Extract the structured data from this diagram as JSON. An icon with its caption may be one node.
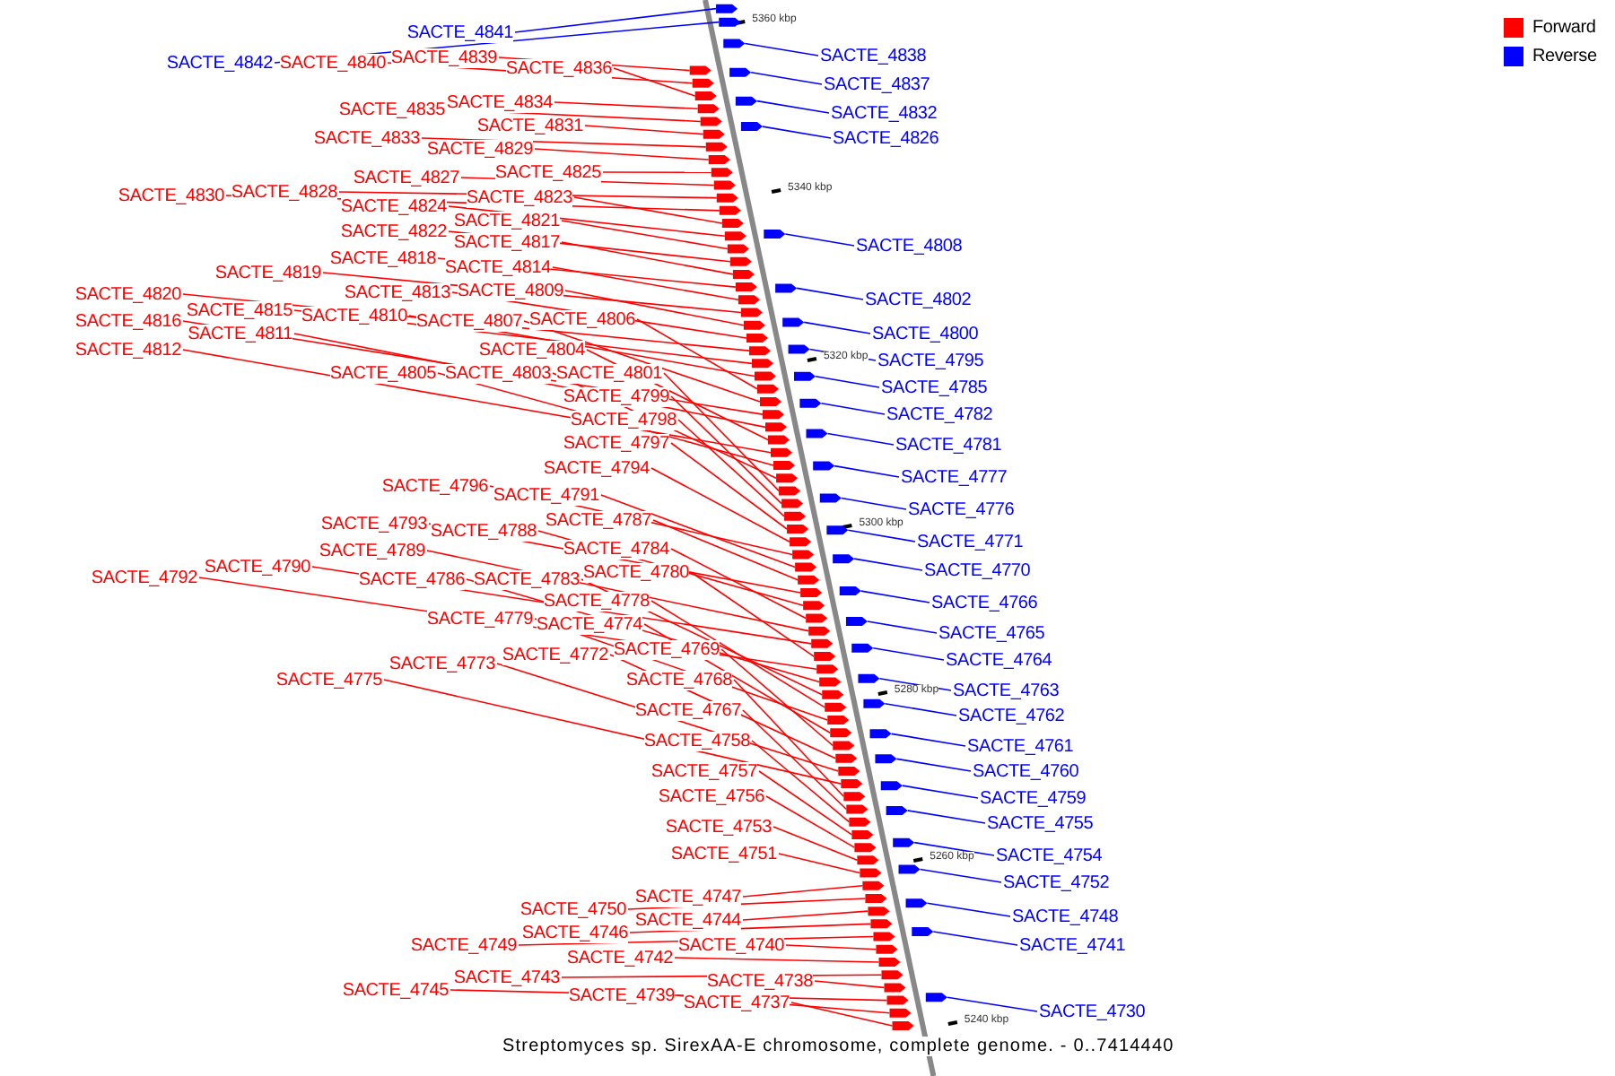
{
  "diagram": {
    "caption": "Streptomyces sp. SirexAA-E chromosome, complete genome. - 0..7414440",
    "nodes": [
      {
        "text": [
          "SACTE_4841"
        ]
      },
      {
        "text": [
          "SACTE_4838"
        ]
      },
      {
        "text": [
          "SACTE_4839"
        ]
      },
      {
        "text": [
          "SACTE_4842"
        ]
      },
      {
        "text": [
          "SACTE_4840"
        ]
      },
      {
        "text": [
          "SACTE_4836"
        ]
      },
      {
        "text": [
          "SACTE_4837"
        ]
      },
      {
        "text": [
          "SACTE_4834"
        ]
      },
      {
        "text": [
          "SACTE_4835"
        ]
      },
      {
        "text": [
          "SACTE_4832"
        ]
      },
      {
        "text": [
          "SACTE_4831"
        ]
      },
      {
        "text": [
          "SACTE_4833"
        ]
      },
      {
        "text": [
          "SACTE_4826"
        ]
      },
      {
        "text": [
          "SACTE_4829"
        ]
      },
      {
        "text": [
          "SACTE_4825"
        ]
      },
      {
        "text": [
          "SACTE_4827"
        ]
      },
      {
        "text": [
          "SACTE_4828"
        ]
      },
      {
        "text": [
          "SACTE_4830"
        ]
      },
      {
        "text": [
          "SACTE_4823"
        ]
      },
      {
        "text": [
          "SACTE_4824"
        ]
      },
      {
        "text": [
          "SACTE_4821"
        ]
      },
      {
        "text": [
          "SACTE_4822"
        ]
      },
      {
        "text": [
          "SACTE_4817"
        ]
      },
      {
        "text": [
          "SACTE_4808"
        ]
      },
      {
        "text": [
          "SACTE_4818"
        ]
      },
      {
        "text": [
          "SACTE_4814"
        ]
      },
      {
        "text": [
          "SACTE_4819"
        ]
      },
      {
        "text": [
          "SACTE_4809"
        ]
      },
      {
        "text": [
          "SACTE_4813"
        ]
      },
      {
        "text": [
          "SACTE_4820"
        ]
      },
      {
        "text": [
          "SACTE_4802"
        ]
      },
      {
        "text": [
          "SACTE_4815"
        ]
      },
      {
        "text": [
          "SACTE_4810"
        ]
      },
      {
        "text": [
          "SACTE_4806"
        ]
      },
      {
        "text": [
          "SACTE_4807"
        ]
      },
      {
        "text": [
          "SACTE_4816"
        ]
      },
      {
        "text": [
          "SACTE_4811"
        ]
      },
      {
        "text": [
          "SACTE_4800"
        ]
      },
      {
        "text": [
          "SACTE_4804"
        ]
      },
      {
        "text": [
          "SACTE_4812"
        ]
      },
      {
        "text": [
          "SACTE_4795"
        ]
      },
      {
        "text": [
          "SACTE_4805"
        ]
      },
      {
        "text": [
          "SACTE_4803"
        ]
      },
      {
        "text": [
          "SACTE_4801"
        ]
      },
      {
        "text": [
          "SACTE_4785"
        ]
      },
      {
        "text": [
          "SACTE_4799"
        ]
      },
      {
        "text": [
          "SACTE_4782"
        ]
      },
      {
        "text": [
          "SACTE_4798"
        ]
      },
      {
        "text": [
          "SACTE_4797"
        ]
      },
      {
        "text": [
          "SACTE_4781"
        ]
      },
      {
        "text": [
          "SACTE_4794"
        ]
      },
      {
        "text": [
          "SACTE_4777"
        ]
      },
      {
        "text": [
          "SACTE_4796"
        ]
      },
      {
        "text": [
          "SACTE_4791"
        ]
      },
      {
        "text": [
          "SACTE_4776"
        ]
      },
      {
        "text": [
          "SACTE_4787"
        ]
      },
      {
        "text": [
          "SACTE_4793"
        ]
      },
      {
        "text": [
          "SACTE_4788"
        ]
      },
      {
        "text": [
          "SACTE_4771"
        ]
      },
      {
        "text": [
          "SACTE_4784"
        ]
      },
      {
        "text": [
          "SACTE_4789"
        ]
      },
      {
        "text": [
          "SACTE_4790"
        ]
      },
      {
        "text": [
          "SACTE_4770"
        ]
      },
      {
        "text": [
          "SACTE_4780"
        ]
      },
      {
        "text": [
          "SACTE_4792"
        ]
      },
      {
        "text": [
          "SACTE_4786"
        ]
      },
      {
        "text": [
          "SACTE_4783"
        ]
      },
      {
        "text": [
          "SACTE_4778"
        ]
      },
      {
        "text": [
          "SACTE_4766"
        ]
      },
      {
        "text": [
          "SACTE_4779"
        ]
      },
      {
        "text": [
          "SACTE_4774"
        ]
      },
      {
        "text": [
          "SACTE_4765"
        ]
      },
      {
        "text": [
          "SACTE_4769"
        ]
      },
      {
        "text": [
          "SACTE_4772"
        ]
      },
      {
        "text": [
          "SACTE_4764"
        ]
      },
      {
        "text": [
          "SACTE_4773"
        ]
      },
      {
        "text": [
          "SACTE_4775"
        ]
      },
      {
        "text": [
          "SACTE_4768"
        ]
      },
      {
        "text": [
          "SACTE_4763"
        ]
      },
      {
        "text": [
          "SACTE_4767"
        ]
      },
      {
        "text": [
          "SACTE_4762"
        ]
      },
      {
        "text": [
          "SACTE_4758"
        ]
      },
      {
        "text": [
          "SACTE_4761"
        ]
      },
      {
        "text": [
          "SACTE_4757"
        ]
      },
      {
        "text": [
          "SACTE_4760"
        ]
      },
      {
        "text": [
          "SACTE_4756"
        ]
      },
      {
        "text": [
          "SACTE_4759"
        ]
      },
      {
        "text": [
          "SACTE_4755"
        ]
      },
      {
        "text": [
          "SACTE_4753"
        ]
      },
      {
        "text": [
          "SACTE_4751"
        ]
      },
      {
        "text": [
          "SACTE_4754"
        ]
      },
      {
        "text": [
          "SACTE_4752"
        ]
      },
      {
        "text": [
          "SACTE_4747"
        ]
      },
      {
        "text": [
          "SACTE_4750"
        ]
      },
      {
        "text": [
          "SACTE_4748"
        ]
      },
      {
        "text": [
          "SACTE_4744"
        ]
      },
      {
        "text": [
          "SACTE_4746"
        ]
      },
      {
        "text": [
          "SACTE_4749"
        ]
      },
      {
        "text": [
          "SACTE_4740"
        ]
      },
      {
        "text": [
          "SACTE_4741"
        ]
      },
      {
        "text": [
          "SACTE_4742"
        ]
      },
      {
        "text": [
          "SACTE_4743"
        ]
      },
      {
        "text": [
          "SACTE_4738"
        ]
      },
      {
        "text": [
          "SACTE_4745"
        ]
      },
      {
        "text": [
          "SACTE_4739"
        ]
      },
      {
        "text": [
          "SACTE_4737"
        ]
      },
      {
        "text": [
          "SACTE_4730"
        ]
      },
      {
        "text": [],
        "shape": "arrow"
      },
      {
        "text": [],
        "shape": "arrow"
      },
      {
        "text": [],
        "shape": "arrow"
      },
      {
        "text": [],
        "shape": "arrow"
      },
      {
        "text": [],
        "shape": "arrow"
      },
      {
        "text": [],
        "shape": "arrow"
      },
      {
        "text": [],
        "shape": "arrow"
      },
      {
        "text": [],
        "shape": "arrow"
      },
      {
        "text": [],
        "shape": "arrow"
      },
      {
        "text": [],
        "shape": "arrow"
      },
      {
        "text": [],
        "shape": "arrow"
      },
      {
        "text": [],
        "shape": "arrow"
      },
      {
        "text": [],
        "shape": "arrow"
      },
      {
        "text": [],
        "shape": "arrow"
      },
      {
        "text": [],
        "shape": "arrow"
      },
      {
        "text": [],
        "shape": "arrow"
      },
      {
        "text": [],
        "shape": "arrow"
      },
      {
        "text": [],
        "shape": "arrow"
      },
      {
        "text": [],
        "shape": "arrow"
      },
      {
        "text": [],
        "shape": "arrow"
      },
      {
        "text": [],
        "shape": "arrow"
      },
      {
        "text": [],
        "shape": "arrow"
      },
      {
        "text": [],
        "shape": "arrow"
      },
      {
        "text": [],
        "shape": "arrow"
      },
      {
        "text": [],
        "shape": "arrow"
      },
      {
        "text": [],
        "shape": "arrow"
      },
      {
        "text": [],
        "shape": "arrow"
      },
      {
        "text": [],
        "shape": "arrow"
      },
      {
        "text": [],
        "shape": "arrow"
      },
      {
        "text": [],
        "shape": "arrow"
      },
      {
        "text": [],
        "shape": "arrow"
      },
      {
        "text": [],
        "shape": "arrow"
      },
      {
        "text": [],
        "shape": "arrow"
      },
      {
        "text": [],
        "shape": "arrow"
      },
      {
        "text": [],
        "shape": "arrow"
      },
      {
        "text": [],
        "shape": "arrow"
      },
      {
        "text": [],
        "shape": "arrow"
      },
      {
        "text": [],
        "shape": "arrow"
      },
      {
        "text": [],
        "shape": "arrow"
      },
      {
        "text": [],
        "shape": "arrow"
      },
      {
        "text": [],
        "shape": "arrow"
      },
      {
        "text": [],
        "shape": "arrow"
      },
      {
        "text": [],
        "shape": "arrow"
      },
      {
        "text": [],
        "shape": "arrow"
      },
      {
        "text": [],
        "shape": "arrow"
      },
      {
        "text": [],
        "shape": "arrow"
      },
      {
        "text": [],
        "shape": "arrow"
      },
      {
        "text": [],
        "shape": "arrow"
      },
      {
        "text": [],
        "shape": "arrow"
      },
      {
        "text": [],
        "shape": "arrow"
      },
      {
        "text": [],
        "shape": "arrow"
      },
      {
        "text": [],
        "shape": "arrow"
      },
      {
        "text": [],
        "shape": "arrow"
      },
      {
        "text": [],
        "shape": "arrow"
      },
      {
        "text": [],
        "shape": "arrow"
      },
      {
        "text": [],
        "shape": "arrow"
      },
      {
        "text": [],
        "shape": "arrow"
      },
      {
        "text": [],
        "shape": "arrow"
      },
      {
        "text": [],
        "shape": "arrow"
      },
      {
        "text": [],
        "shape": "arrow"
      },
      {
        "text": [],
        "shape": "arrow"
      },
      {
        "text": [],
        "shape": "arrow"
      },
      {
        "text": [],
        "shape": "arrow"
      },
      {
        "text": [],
        "shape": "arrow"
      },
      {
        "text": [],
        "shape": "arrow"
      },
      {
        "text": [],
        "shape": "arrow"
      },
      {
        "text": [],
        "shape": "arrow"
      },
      {
        "text": [],
        "shape": "arrow"
      },
      {
        "text": [],
        "shape": "arrow"
      },
      {
        "text": [],
        "shape": "arrow"
      },
      {
        "text": [],
        "shape": "arrow"
      },
      {
        "text": [],
        "shape": "arrow"
      },
      {
        "text": [],
        "shape": "arrow"
      },
      {
        "text": [],
        "shape": "arrow"
      },
      {
        "text": [],
        "shape": "arrow"
      },
      {
        "text": [],
        "shape": "arrow"
      },
      {
        "text": [],
        "shape": "arrow"
      },
      {
        "text": [],
        "shape": "arrow"
      },
      {
        "text": [],
        "shape": "arrow"
      },
      {
        "text": [],
        "shape": "arrow"
      },
      {
        "text": [],
        "shape": "arrow"
      },
      {
        "text": [],
        "shape": "arrow"
      },
      {
        "text": [],
        "shape": "arrow"
      },
      {
        "text": [],
        "shape": "arrow"
      },
      {
        "text": [],
        "shape": "arrow"
      },
      {
        "text": [],
        "shape": "arrow"
      },
      {
        "text": [],
        "shape": "arrow"
      },
      {
        "text": [],
        "shape": "arrow"
      },
      {
        "text": [],
        "shape": "arrow"
      },
      {
        "text": [],
        "shape": "arrow"
      },
      {
        "text": [],
        "shape": "arrow"
      },
      {
        "text": [],
        "shape": "arrow"
      },
      {
        "text": [],
        "shape": "arrow"
      },
      {
        "text": [],
        "shape": "arrow"
      },
      {
        "text": [],
        "shape": "arrow"
      },
      {
        "text": [],
        "shape": "arrow"
      },
      {
        "text": [],
        "shape": "arrow"
      },
      {
        "text": [],
        "shape": "arrow"
      },
      {
        "text": [],
        "shape": "arrow"
      },
      {
        "text": [],
        "shape": "arrow"
      },
      {
        "text": [],
        "shape": "arrow"
      },
      {
        "text": [],
        "shape": "arrow"
      },
      {
        "text": [],
        "shape": "arrow"
      },
      {
        "text": [],
        "shape": "arrow"
      },
      {
        "text": [],
        "shape": "arrow"
      },
      {
        "text": [],
        "shape": "arrow"
      },
      {
        "text": [],
        "shape": "arrow"
      }
    ],
    "edges": [
      {
        "from": 0,
        "to": 107,
        "arrow": "none",
        "color": "#0000ff"
      },
      {
        "from": 1,
        "to": 108,
        "arrow": "none",
        "color": "#0000ff"
      },
      {
        "from": 2,
        "to": 109,
        "arrow": "none"
      },
      {
        "from": 3,
        "to": 110,
        "arrow": "none",
        "color": "#0000ff"
      },
      {
        "from": 4,
        "to": 111,
        "arrow": "none"
      },
      {
        "from": 5,
        "to": 112,
        "arrow": "none"
      },
      {
        "from": 6,
        "to": 113,
        "arrow": "none",
        "color": "#0000ff"
      },
      {
        "from": 7,
        "to": 114,
        "arrow": "none"
      },
      {
        "from": 8,
        "to": 115,
        "arrow": "none"
      },
      {
        "from": 9,
        "to": 116,
        "arrow": "none",
        "color": "#0000ff"
      },
      {
        "from": 10,
        "to": 117,
        "arrow": "none"
      },
      {
        "from": 11,
        "to": 118,
        "arrow": "none"
      },
      {
        "from": 12,
        "to": 119,
        "arrow": "none",
        "color": "#0000ff"
      },
      {
        "from": 13,
        "to": 120,
        "arrow": "none"
      },
      {
        "from": 14,
        "to": 121,
        "arrow": "none"
      },
      {
        "from": 15,
        "to": 122,
        "arrow": "none"
      },
      {
        "from": 16,
        "to": 123,
        "arrow": "none"
      },
      {
        "from": 17,
        "to": 124,
        "arrow": "none"
      },
      {
        "from": 18,
        "to": 125,
        "arrow": "none"
      },
      {
        "from": 19,
        "to": 126,
        "arrow": "none"
      },
      {
        "from": 20,
        "to": 127,
        "arrow": "none"
      },
      {
        "from": 21,
        "to": 128,
        "arrow": "none"
      },
      {
        "from": 22,
        "to": 129,
        "arrow": "none"
      },
      {
        "from": 23,
        "to": 130,
        "arrow": "none",
        "color": "#0000ff"
      },
      {
        "from": 24,
        "to": 131,
        "arrow": "none"
      },
      {
        "from": 25,
        "to": 132,
        "arrow": "none"
      },
      {
        "from": 26,
        "to": 133,
        "arrow": "none"
      },
      {
        "from": 27,
        "to": 134,
        "arrow": "none"
      },
      {
        "from": 28,
        "to": 135,
        "arrow": "none"
      },
      {
        "from": 29,
        "to": 136,
        "arrow": "none"
      },
      {
        "from": 30,
        "to": 137,
        "arrow": "none",
        "color": "#0000ff"
      },
      {
        "from": 31,
        "to": 138,
        "arrow": "none"
      },
      {
        "from": 32,
        "to": 139,
        "arrow": "none"
      },
      {
        "from": 33,
        "to": 140,
        "arrow": "none"
      },
      {
        "from": 34,
        "to": 141,
        "arrow": "none"
      },
      {
        "from": 35,
        "to": 142,
        "arrow": "none"
      },
      {
        "from": 36,
        "to": 143,
        "arrow": "none"
      },
      {
        "from": 37,
        "to": 144,
        "arrow": "none",
        "color": "#0000ff"
      },
      {
        "from": 38,
        "to": 145,
        "arrow": "none"
      },
      {
        "from": 39,
        "to": 146,
        "arrow": "none"
      },
      {
        "from": 40,
        "to": 147,
        "arrow": "none",
        "color": "#0000ff"
      },
      {
        "from": 41,
        "to": 148,
        "arrow": "none"
      },
      {
        "from": 42,
        "to": 149,
        "arrow": "none"
      },
      {
        "from": 43,
        "to": 150,
        "arrow": "none"
      },
      {
        "from": 44,
        "to": 151,
        "arrow": "none",
        "color": "#0000ff"
      },
      {
        "from": 45,
        "to": 152,
        "arrow": "none"
      },
      {
        "from": 46,
        "to": 153,
        "arrow": "none",
        "color": "#0000ff"
      },
      {
        "from": 47,
        "to": 154,
        "arrow": "none"
      },
      {
        "from": 48,
        "to": 155,
        "arrow": "none"
      },
      {
        "from": 49,
        "to": 156,
        "arrow": "none",
        "color": "#0000ff"
      },
      {
        "from": 50,
        "to": 157,
        "arrow": "none"
      },
      {
        "from": 51,
        "to": 158,
        "arrow": "none",
        "color": "#0000ff"
      },
      {
        "from": 52,
        "to": 159,
        "arrow": "none"
      },
      {
        "from": 53,
        "to": 160,
        "arrow": "none"
      },
      {
        "from": 54,
        "to": 161,
        "arrow": "none",
        "color": "#0000ff"
      },
      {
        "from": 55,
        "to": 162,
        "arrow": "none"
      },
      {
        "from": 56,
        "to": 163,
        "arrow": "none"
      },
      {
        "from": 57,
        "to": 164,
        "arrow": "none"
      },
      {
        "from": 58,
        "to": 165,
        "arrow": "none",
        "color": "#0000ff"
      },
      {
        "from": 59,
        "to": 166,
        "arrow": "none"
      },
      {
        "from": 60,
        "to": 167,
        "arrow": "none"
      },
      {
        "from": 61,
        "to": 168,
        "arrow": "none"
      },
      {
        "from": 62,
        "to": 169,
        "arrow": "none",
        "color": "#0000ff"
      },
      {
        "from": 63,
        "to": 170,
        "arrow": "none"
      },
      {
        "from": 64,
        "to": 171,
        "arrow": "none"
      },
      {
        "from": 65,
        "to": 172,
        "arrow": "none"
      },
      {
        "from": 66,
        "to": 173,
        "arrow": "none"
      },
      {
        "from": 67,
        "to": 174,
        "arrow": "none"
      },
      {
        "from": 68,
        "to": 175,
        "arrow": "none",
        "color": "#0000ff"
      },
      {
        "from": 69,
        "to": 176,
        "arrow": "none"
      },
      {
        "from": 70,
        "to": 177,
        "arrow": "none"
      },
      {
        "from": 71,
        "to": 178,
        "arrow": "none",
        "color": "#0000ff"
      },
      {
        "from": 72,
        "to": 179,
        "arrow": "none"
      },
      {
        "from": 73,
        "to": 180,
        "arrow": "none"
      },
      {
        "from": 74,
        "to": 181,
        "arrow": "none",
        "color": "#0000ff"
      },
      {
        "from": 75,
        "to": 182,
        "arrow": "none"
      },
      {
        "from": 76,
        "to": 183,
        "arrow": "none"
      },
      {
        "from": 77,
        "to": 184,
        "arrow": "none"
      },
      {
        "from": 78,
        "to": 185,
        "arrow": "none",
        "color": "#0000ff"
      },
      {
        "from": 79,
        "to": 186,
        "arrow": "none"
      },
      {
        "from": 80,
        "to": 187,
        "arrow": "none",
        "color": "#0000ff"
      },
      {
        "from": 81,
        "to": 188,
        "arrow": "none"
      },
      {
        "from": 82,
        "to": 189,
        "arrow": "none",
        "color": "#0000ff"
      },
      {
        "from": 83,
        "to": 190,
        "arrow": "none"
      },
      {
        "from": 84,
        "to": 191,
        "arrow": "none",
        "color": "#0000ff"
      },
      {
        "from": 85,
        "to": 192,
        "arrow": "none"
      },
      {
        "from": 86,
        "to": 193,
        "arrow": "none",
        "color": "#0000ff"
      },
      {
        "from": 87,
        "to": 194,
        "arrow": "none",
        "color": "#0000ff"
      },
      {
        "from": 88,
        "to": 195,
        "arrow": "none"
      },
      {
        "from": 89,
        "to": 196,
        "arrow": "none"
      },
      {
        "from": 90,
        "to": 197,
        "arrow": "none",
        "color": "#0000ff"
      },
      {
        "from": 91,
        "to": 198,
        "arrow": "none",
        "color": "#0000ff"
      },
      {
        "from": 92,
        "to": 199,
        "arrow": "none"
      },
      {
        "from": 93,
        "to": 200,
        "arrow": "none"
      },
      {
        "from": 94,
        "to": 201,
        "arrow": "none",
        "color": "#0000ff"
      },
      {
        "from": 95,
        "to": 202,
        "arrow": "none"
      },
      {
        "from": 96,
        "to": 203,
        "arrow": "none"
      },
      {
        "from": 97,
        "to": 204,
        "arrow": "none"
      },
      {
        "from": 98,
        "to": 205,
        "arrow": "none"
      },
      {
        "from": 99,
        "to": 206,
        "arrow": "none",
        "color": "#0000ff"
      },
      {
        "from": 100,
        "to": 207,
        "arrow": "none"
      },
      {
        "from": 101,
        "to": 208,
        "arrow": "none"
      },
      {
        "from": 102,
        "to": 209,
        "arrow": "none"
      },
      {
        "from": 103,
        "to": 210,
        "arrow": "none"
      },
      {
        "from": 104,
        "to": 211,
        "arrow": "none"
      },
      {
        "from": 105,
        "to": 212,
        "arrow": "none"
      },
      {
        "from": 106,
        "to": 213,
        "arrow": "none",
        "color": "#0000ff"
      }
    ],
    "labels": [
      "5360 kbp",
      "5340 kbp",
      "5320 kbp",
      "5300 kbp",
      "5280 kbp",
      "5260 kbp",
      "5240 kbp"
    ],
    "legend": [
      {
        "text": "Forward",
        "color": "#ff0000"
      },
      {
        "text": "Reverse",
        "color": "#0000ff"
      }
    ]
  }
}
